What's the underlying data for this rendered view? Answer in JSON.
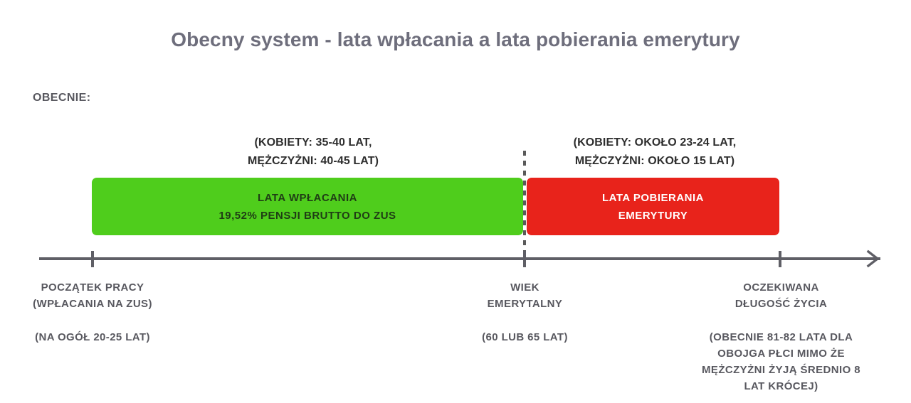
{
  "title": "Obecny system - lata wpłacania a lata pobierania emerytury",
  "period_label": "OBECNIE:",
  "colors": {
    "contribution_bar": "#4fcd1c",
    "pension_bar": "#e8231b",
    "title": "#6e6e7c",
    "axis": "#5f5f66",
    "annotation_text": "#2e2e2e",
    "caption_text": "#58585f"
  },
  "annotations": {
    "contribution": {
      "line1": "(KOBIETY: 35-40 LAT,",
      "line2": "MĘŻCZYŻNI: 40-45 LAT)"
    },
    "pension": {
      "line1": "(KOBIETY: OKOŁO 23-24 LAT,",
      "line2": "MĘŻCZYŻNI: OKOŁO 15 LAT)"
    }
  },
  "bars": {
    "contribution": {
      "line1": "LATA WPŁACANIA",
      "line2": "19,52% PENSJI BRUTTO DO ZUS"
    },
    "pension": {
      "line1": "LATA POBIERANIA",
      "line2": "EMERYTURY"
    }
  },
  "axis_captions": {
    "start": {
      "line1": "POCZĄTEK PRACY",
      "line2": "(WPŁACANIA NA ZUS)",
      "sub": "(NA OGÓŁ 20-25 LAT)"
    },
    "middle": {
      "line1": "WIEK",
      "line2": "EMERYTALNY",
      "sub": "(60 LUB 65 LAT)"
    },
    "end": {
      "line1": "OCZEKIWANA",
      "line2": "DŁUGOŚĆ ŻYCIA",
      "sub_line1": "(OBECNIE 81-82 LATA DLA",
      "sub_line2": "OBOJGA PŁCI MIMO ŻE",
      "sub_line3": "MĘŻCZYŻNI ŻYJĄ ŚREDNIO 8",
      "sub_line4": "LAT KRÓCEJ)"
    }
  },
  "chart_data": {
    "type": "bar",
    "title": "Obecny system - lata wpłacania a lata pobierania emerytury",
    "orientation": "horizontal-timeline",
    "xlabel": "",
    "ylabel": "",
    "grid": false,
    "legend_position": "none",
    "categories": [
      "LATA WPŁACANIA",
      "LATA POBIERANIA EMERYTURY"
    ],
    "values": [
      40,
      23
    ],
    "value_unit": "lata (years)",
    "series": [
      {
        "name": "LATA WPŁACANIA",
        "color": "#4fcd1c",
        "women_years": "35-40",
        "men_years": "40-45",
        "contribution_rate_percent": "19,52",
        "note": "19,52% PENSJI BRUTTO DO ZUS"
      },
      {
        "name": "LATA POBIERANIA EMERYTURY",
        "color": "#e8231b",
        "women_years": "około 23-24",
        "men_years": "około 15"
      }
    ],
    "timeline_markers": [
      {
        "label": "POCZĄTEK PRACY (WPŁACANIA NA ZUS)",
        "value": "NA OGÓŁ 20-25 LAT"
      },
      {
        "label": "WIEK EMERYTALNY",
        "value": "60 LUB 65 LAT"
      },
      {
        "label": "OCZEKIWANA DŁUGOŚĆ ŻYCIA",
        "value": "OBECNIE 81-82 LATA DLA OBOJGA PŁCI MIMO ŻE MĘŻCZYŻNI ŻYJĄ ŚREDNIO 8 LAT KRÓCEJ"
      }
    ]
  }
}
